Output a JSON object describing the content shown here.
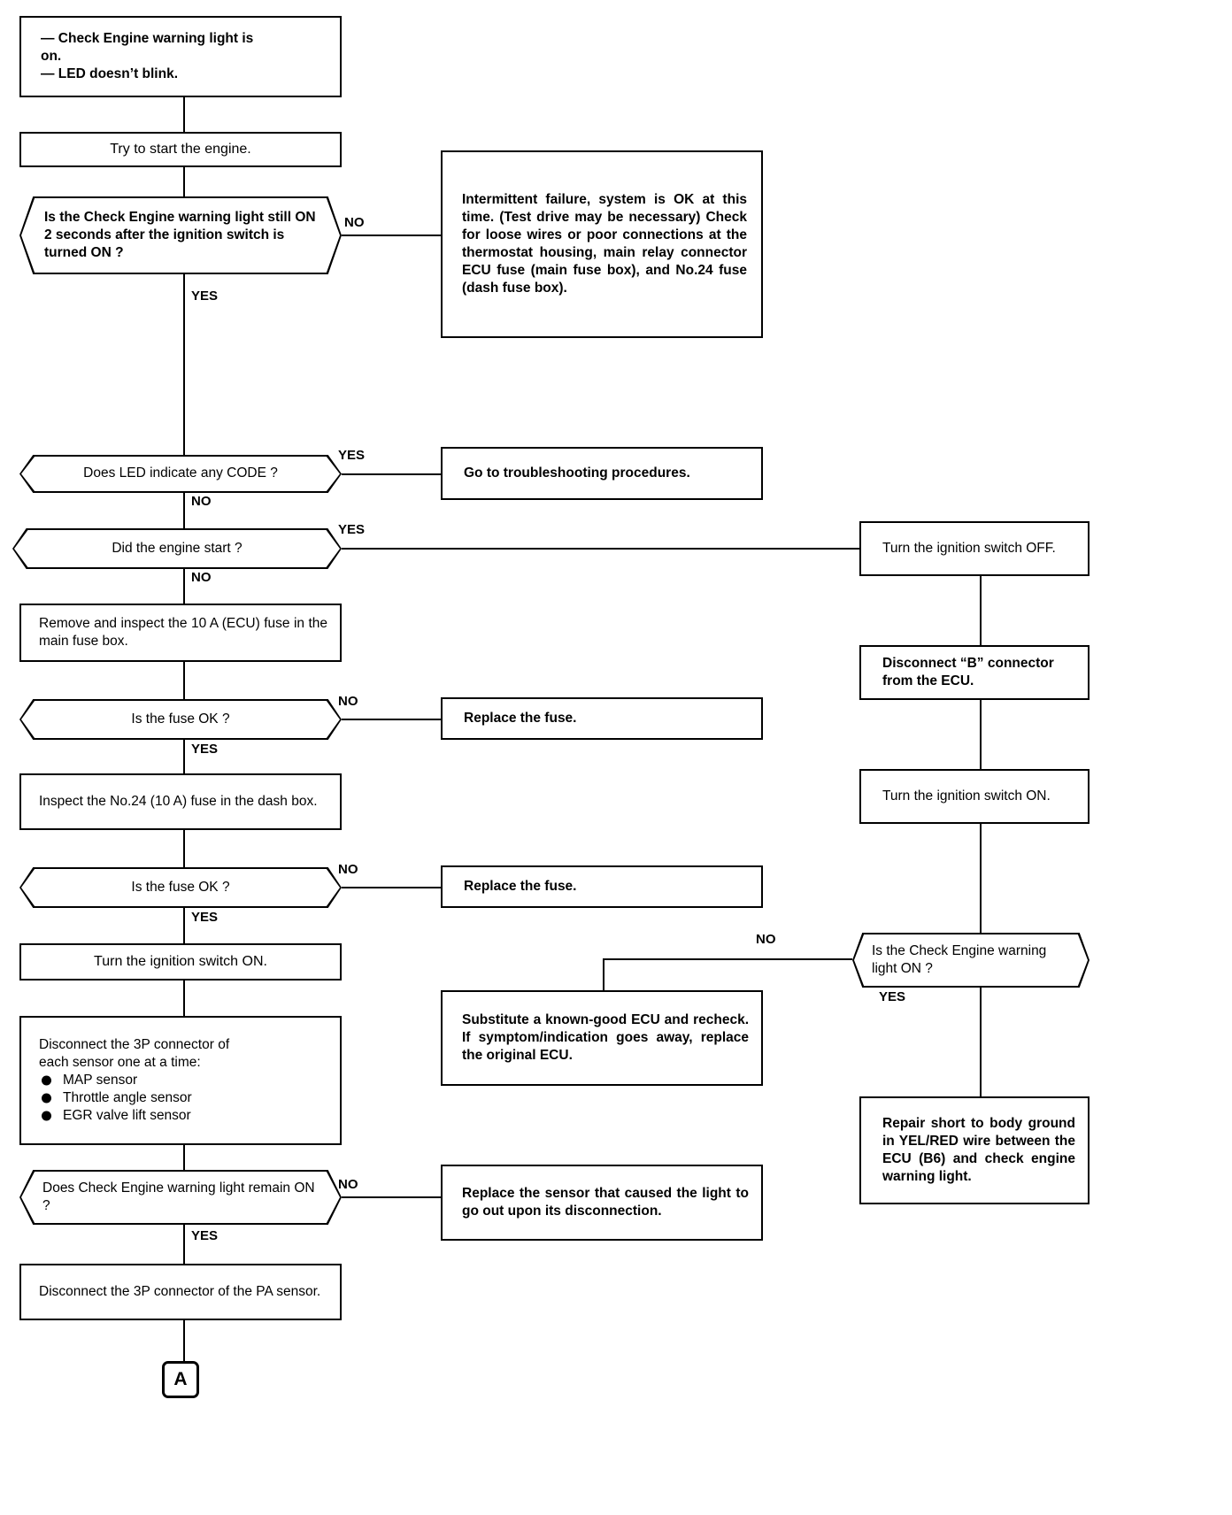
{
  "diagram": {
    "title": "Check Engine Warning Light / LED Troubleshooting Flowchart",
    "type": "flowchart",
    "ink_color": "#000000",
    "background": "#ffffff"
  },
  "nodes": {
    "symptom": {
      "shape": "box",
      "lines": [
        "—  Check Engine warning light is",
        "on.",
        "—  LED doesn’t blink."
      ]
    },
    "try_start": {
      "shape": "box",
      "text": "Try to start the engine."
    },
    "q_light_still_on": {
      "shape": "hexagon",
      "text": "Is the Check Engine warning light still ON 2 seconds after the ignition switch is turned ON ?"
    },
    "intermittent": {
      "shape": "box",
      "text": "Intermittent failure, system is OK at this time. (Test drive may be necessary) Check for loose wires or poor connections at the thermostat housing, main relay connector ECU fuse (main fuse box), and No.24 fuse (dash fuse box)."
    },
    "q_led_code": {
      "shape": "hexagon",
      "text": "Does LED indicate any CODE ?"
    },
    "goto_troubleshooting": {
      "shape": "box",
      "text": "Go to troubleshooting procedures."
    },
    "q_engine_start": {
      "shape": "hexagon",
      "text": "Did the engine start ?"
    },
    "ign_off": {
      "shape": "box",
      "text": "Turn the ignition switch OFF."
    },
    "remove_10a": {
      "shape": "box",
      "text": "Remove and inspect the 10 A (ECU) fuse in the main fuse box."
    },
    "q_fuse_ok_1": {
      "shape": "hexagon",
      "text": "Is the fuse OK ?"
    },
    "replace_fuse_1": {
      "shape": "box",
      "text": "Replace the fuse."
    },
    "disconnect_b": {
      "shape": "box",
      "text": "Disconnect “B” connector from the ECU."
    },
    "inspect_no24": {
      "shape": "box",
      "text": "Inspect the No.24 (10 A) fuse in the dash box."
    },
    "q_fuse_ok_2": {
      "shape": "hexagon",
      "text": "Is the fuse OK ?"
    },
    "replace_fuse_2": {
      "shape": "box",
      "text": "Replace the fuse."
    },
    "ign_on_right": {
      "shape": "box",
      "text": "Turn the ignition switch ON."
    },
    "ign_on_left": {
      "shape": "box",
      "text": "Turn the ignition switch ON."
    },
    "q_check_engine_on": {
      "shape": "hexagon",
      "text": "Is the Check Engine warning light ON ?"
    },
    "substitute_ecu": {
      "shape": "box",
      "text": "Substitute a known-good ECU and recheck. If symptom/indication goes away, replace the original ECU."
    },
    "disconnect_3p": {
      "shape": "box",
      "heading_lines": [
        "Disconnect the 3P connector of",
        "each sensor one at a time:"
      ],
      "bullets": [
        "MAP sensor",
        "Throttle angle sensor",
        "EGR valve lift sensor"
      ]
    },
    "repair_short": {
      "shape": "box",
      "text": "Repair short to body ground in YEL/RED wire between the ECU (B6) and check engine warning light."
    },
    "q_light_remain_on": {
      "shape": "hexagon",
      "text": "Does Check Engine warning light remain ON ?"
    },
    "replace_sensor": {
      "shape": "box",
      "text": "Replace the sensor that caused the light to go out upon its disconnection."
    },
    "disconnect_pa": {
      "shape": "box",
      "text": "Disconnect the 3P connector of the PA sensor."
    },
    "connector_a": {
      "shape": "off-page-connector",
      "text": "A"
    }
  },
  "branch_labels": {
    "no_1": "NO",
    "yes_1": "YES",
    "yes_led": "YES",
    "no_led": "NO",
    "yes_start": "YES",
    "no_start": "NO",
    "no_fuse_1": "NO",
    "yes_fuse_1": "YES",
    "no_fuse_2": "NO",
    "yes_fuse_2": "YES",
    "no_cel": "NO",
    "yes_cel": "YES",
    "no_remain": "NO",
    "yes_remain": "YES"
  }
}
